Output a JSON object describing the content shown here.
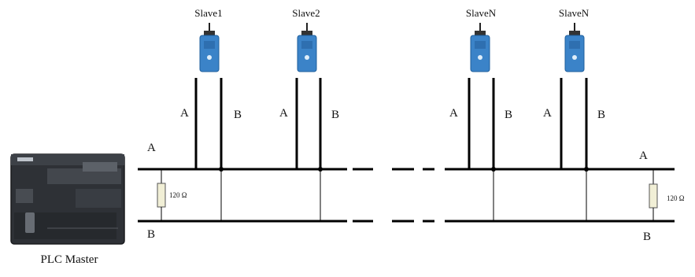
{
  "master": {
    "label": "PLC Master"
  },
  "slaves": [
    {
      "name": "Slave1",
      "label_a": "A",
      "label_b": "B"
    },
    {
      "name": "Slave2",
      "label_a": "A",
      "label_b": "B"
    },
    {
      "name": "SlaveN",
      "label_a": "A",
      "label_b": "B"
    },
    {
      "name": "SlaveN",
      "label_a": "A",
      "label_b": "B"
    }
  ],
  "bus": {
    "left_label_a": "A",
    "left_label_b": "B",
    "right_label_a": "A",
    "right_label_b": "B"
  },
  "terminators": [
    {
      "value": "120 Ω"
    },
    {
      "value": "120 Ω"
    }
  ],
  "colors": {
    "wire": "#000000",
    "slave_body": "#3b83c8",
    "resistor_fill": "#f1efd6"
  }
}
